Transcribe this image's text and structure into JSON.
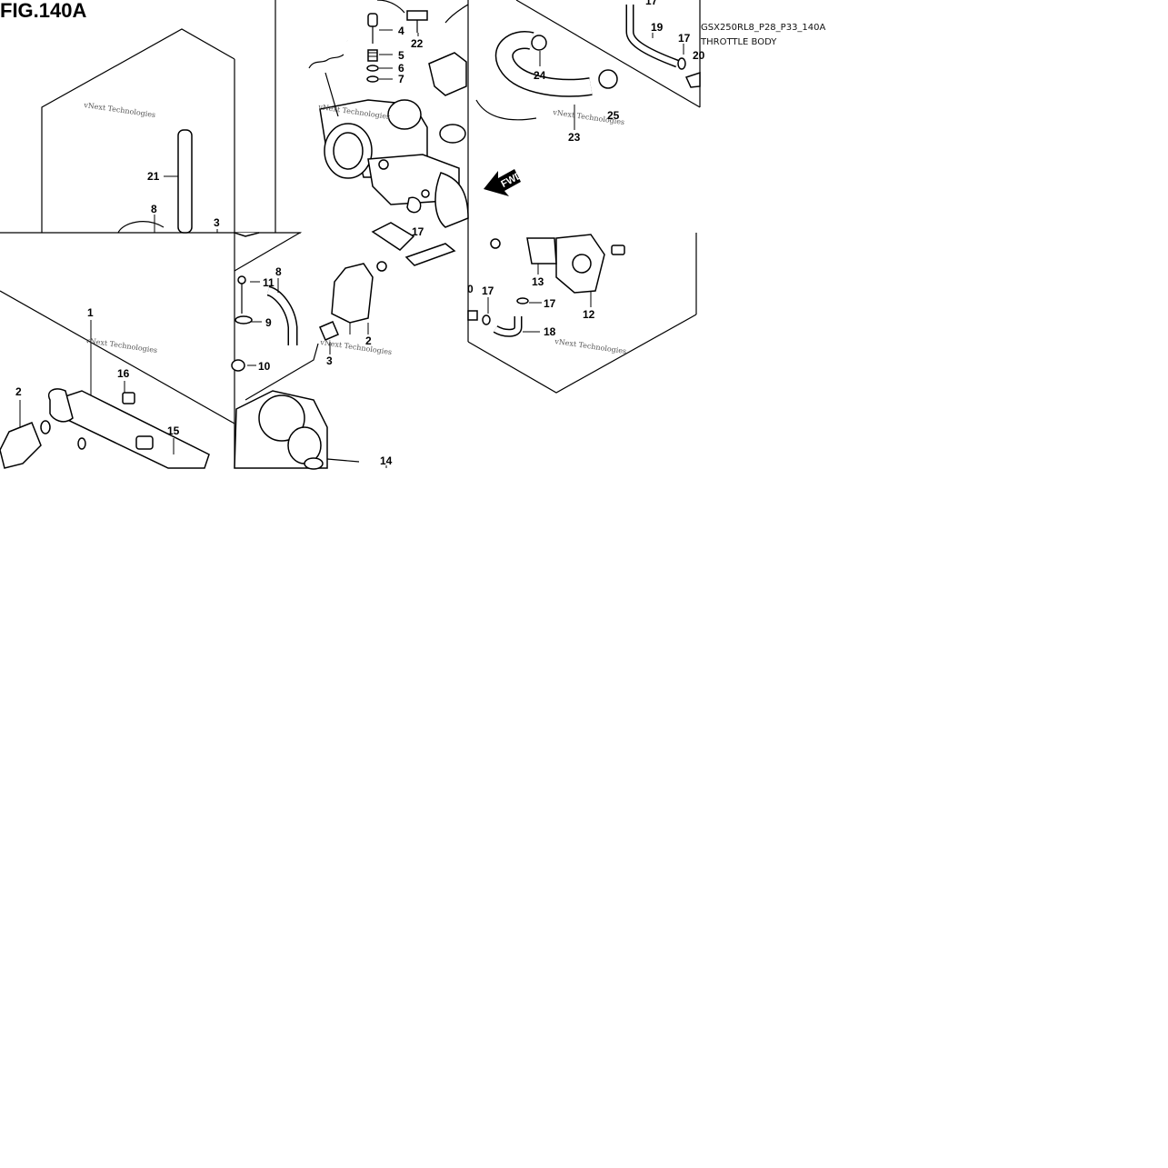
{
  "figure": {
    "title": "FIG.140A",
    "code": "GSX250RL8_P28_P33_140A",
    "name": "THROTTLE BODY",
    "direction_label": "FWD"
  },
  "watermark": "vNext Technologies",
  "callouts": [
    {
      "id": "c4",
      "label": "4"
    },
    {
      "id": "c5",
      "label": "5"
    },
    {
      "id": "c6",
      "label": "6"
    },
    {
      "id": "c7",
      "label": "7"
    },
    {
      "id": "c22",
      "label": "22"
    },
    {
      "id": "c19",
      "label": "19"
    },
    {
      "id": "c17a",
      "label": "17"
    },
    {
      "id": "c17top",
      "label": "17"
    },
    {
      "id": "c20",
      "label": "20"
    },
    {
      "id": "c24",
      "label": "24"
    },
    {
      "id": "c25",
      "label": "25"
    },
    {
      "id": "c23",
      "label": "23"
    },
    {
      "id": "c21",
      "label": "21"
    },
    {
      "id": "c8a",
      "label": "8"
    },
    {
      "id": "c3a",
      "label": "3"
    },
    {
      "id": "c17b",
      "label": "17"
    },
    {
      "id": "c11",
      "label": "11"
    },
    {
      "id": "c8b",
      "label": "8"
    },
    {
      "id": "c9",
      "label": "9"
    },
    {
      "id": "c10",
      "label": "10"
    },
    {
      "id": "c2a",
      "label": "2"
    },
    {
      "id": "c3b",
      "label": "3"
    },
    {
      "id": "c13",
      "label": "13"
    },
    {
      "id": "c12",
      "label": "12"
    },
    {
      "id": "c17c",
      "label": "17"
    },
    {
      "id": "c17d",
      "label": "17"
    },
    {
      "id": "c18",
      "label": "18"
    },
    {
      "id": "c0",
      "label": "0"
    },
    {
      "id": "c1",
      "label": "1"
    },
    {
      "id": "c16",
      "label": "16"
    },
    {
      "id": "c2b",
      "label": "2"
    },
    {
      "id": "c15",
      "label": "15"
    },
    {
      "id": "c14",
      "label": "14"
    }
  ]
}
